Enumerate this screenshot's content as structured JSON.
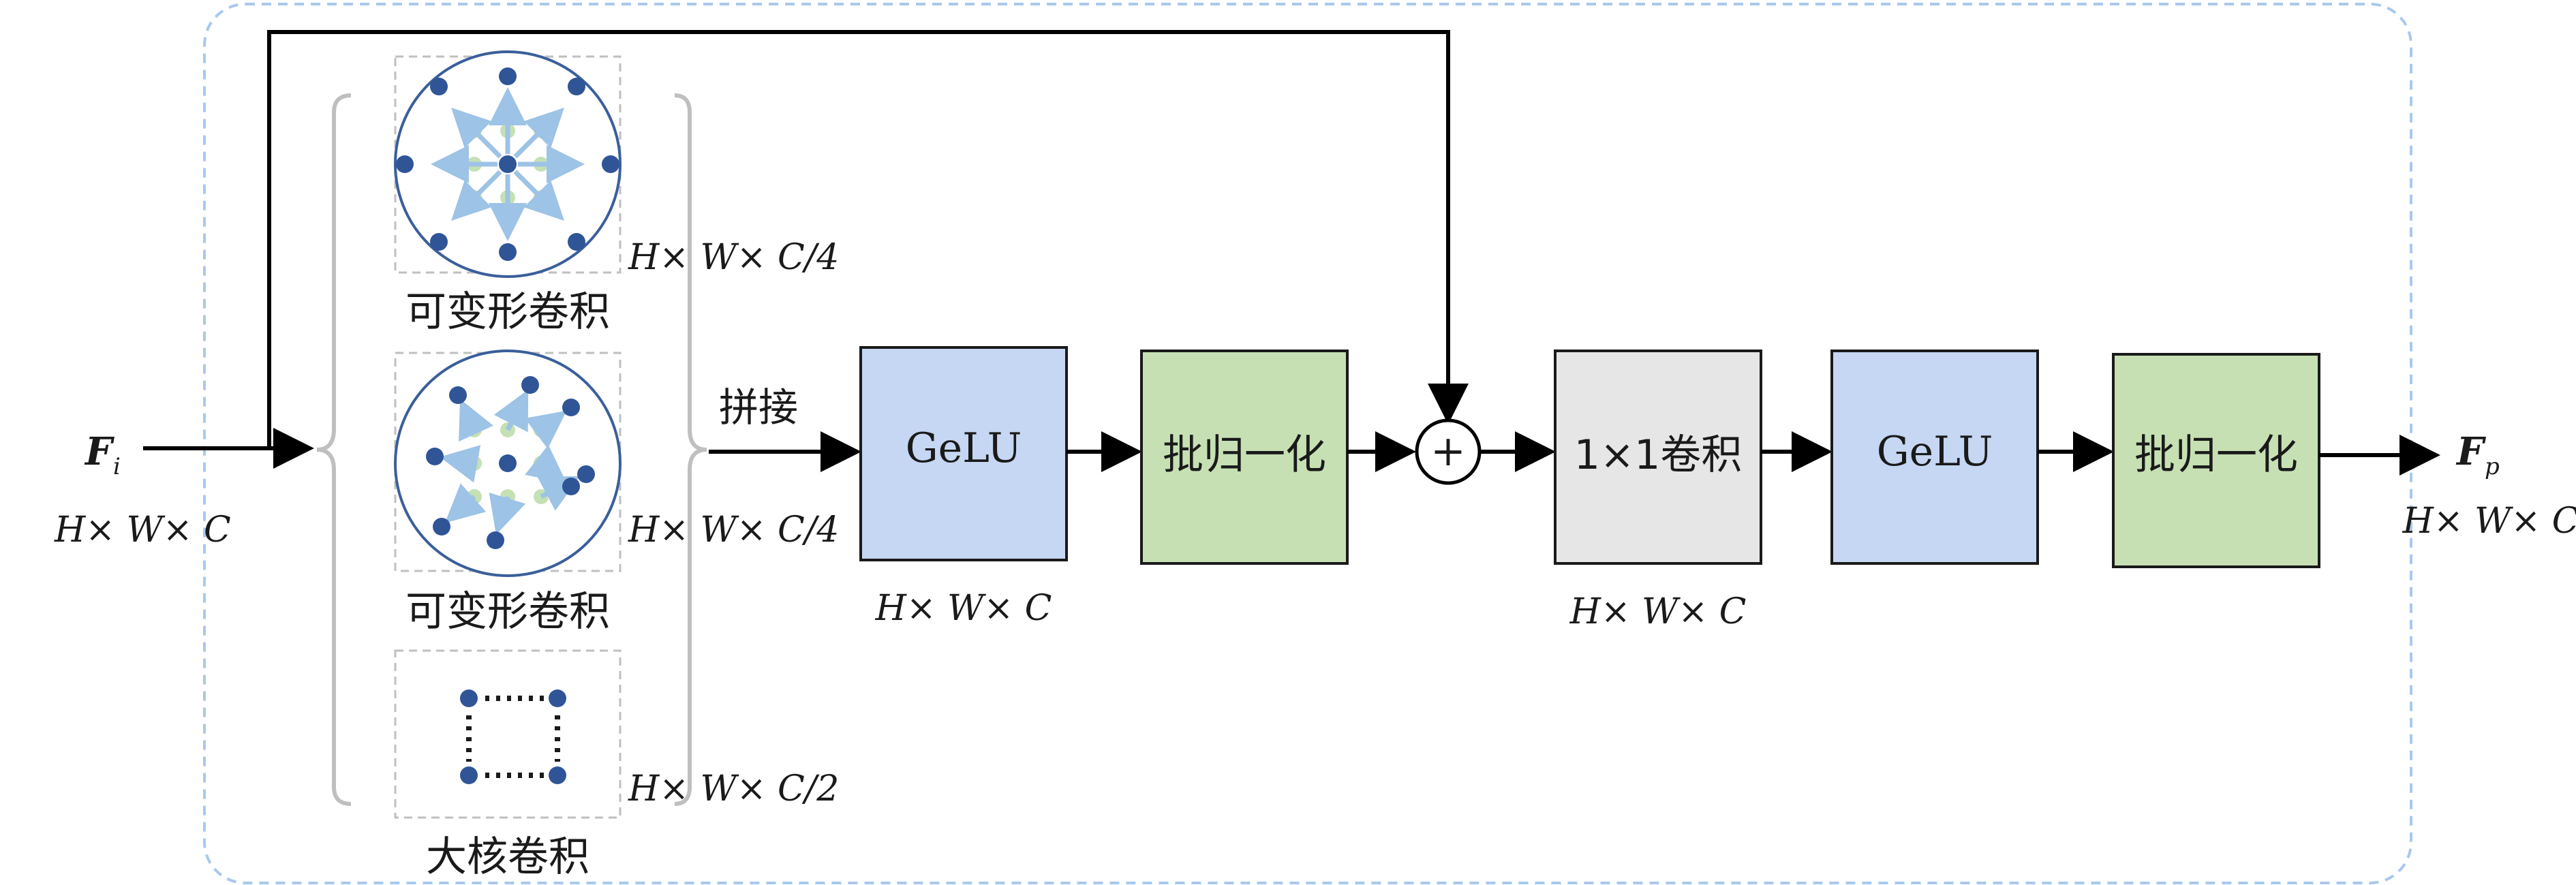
{
  "input": {
    "symbol": "F",
    "subscript": "i",
    "dims": "H× W× C"
  },
  "output": {
    "symbol": "F",
    "subscript": "p",
    "dims": "H× W× C"
  },
  "branches": [
    {
      "label": "可变形卷积",
      "dims": "H× W× C/4"
    },
    {
      "label": "可变形卷积",
      "dims": "H× W× C/4"
    },
    {
      "label": "大核卷积",
      "dims": "H× W× C/2"
    }
  ],
  "concat_label": "拼接",
  "blocks": [
    {
      "label": "GeLU",
      "color": "#c5d7f2",
      "dims": "H× W× C"
    },
    {
      "label": "批归一化",
      "color": "#c6e0b4",
      "dims": ""
    },
    {
      "label": "1×1卷积",
      "color": "#e6e6e6",
      "dims": "H× W× C"
    },
    {
      "label": "GeLU",
      "color": "#c5d7f2",
      "dims": ""
    },
    {
      "label": "批归一化",
      "color": "#c6e0b4",
      "dims": ""
    }
  ],
  "add_symbol": "+",
  "colors": {
    "outer_border": "#a9c8ec",
    "circle_stroke": "#3a5f9a",
    "dot_dark": "#2f5597",
    "dot_light": "#c5e0b4",
    "arrow_light": "#9dc3e6",
    "brace": "#bfbfbf",
    "dashed_box": "#bfbfbf"
  }
}
